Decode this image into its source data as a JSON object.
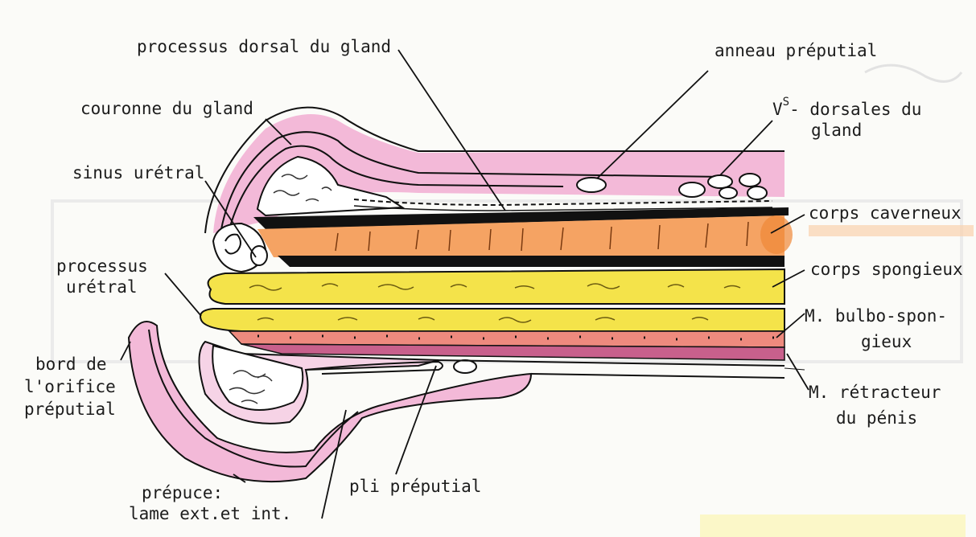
{
  "labels": {
    "processus_dorsal": "processus dorsal du gland",
    "anneau": "anneau préputial",
    "couronne": "couronne du gland",
    "vs_main": "V",
    "vs_sup": "S",
    "vs_rest": "- dorsales du",
    "vs_line2": "gland",
    "sinus": "sinus urétral",
    "corps_caverneux": "corps caverneux",
    "processus_uretral_1": "processus",
    "processus_uretral_2": "urétral",
    "corps_spongieux": "corps spongieux",
    "bulbo_1": "M. bulbo-spon-",
    "bulbo_2": "gieux",
    "bord_1": "bord de",
    "bord_2": "l'orifice",
    "bord_3": "préputial",
    "retracteur_1": "M. rétracteur",
    "retracteur_2": "du pénis",
    "pli": "pli préputial",
    "prepuce_1": "prépuce:",
    "prepuce_2": "lame ext.et int."
  },
  "colors": {
    "pink": "#f2b6d6",
    "orange": "#f5a363",
    "yellow": "#f4e34a",
    "red_layer": "#ee8080",
    "magenta": "#c8608c",
    "black": "#111111"
  }
}
